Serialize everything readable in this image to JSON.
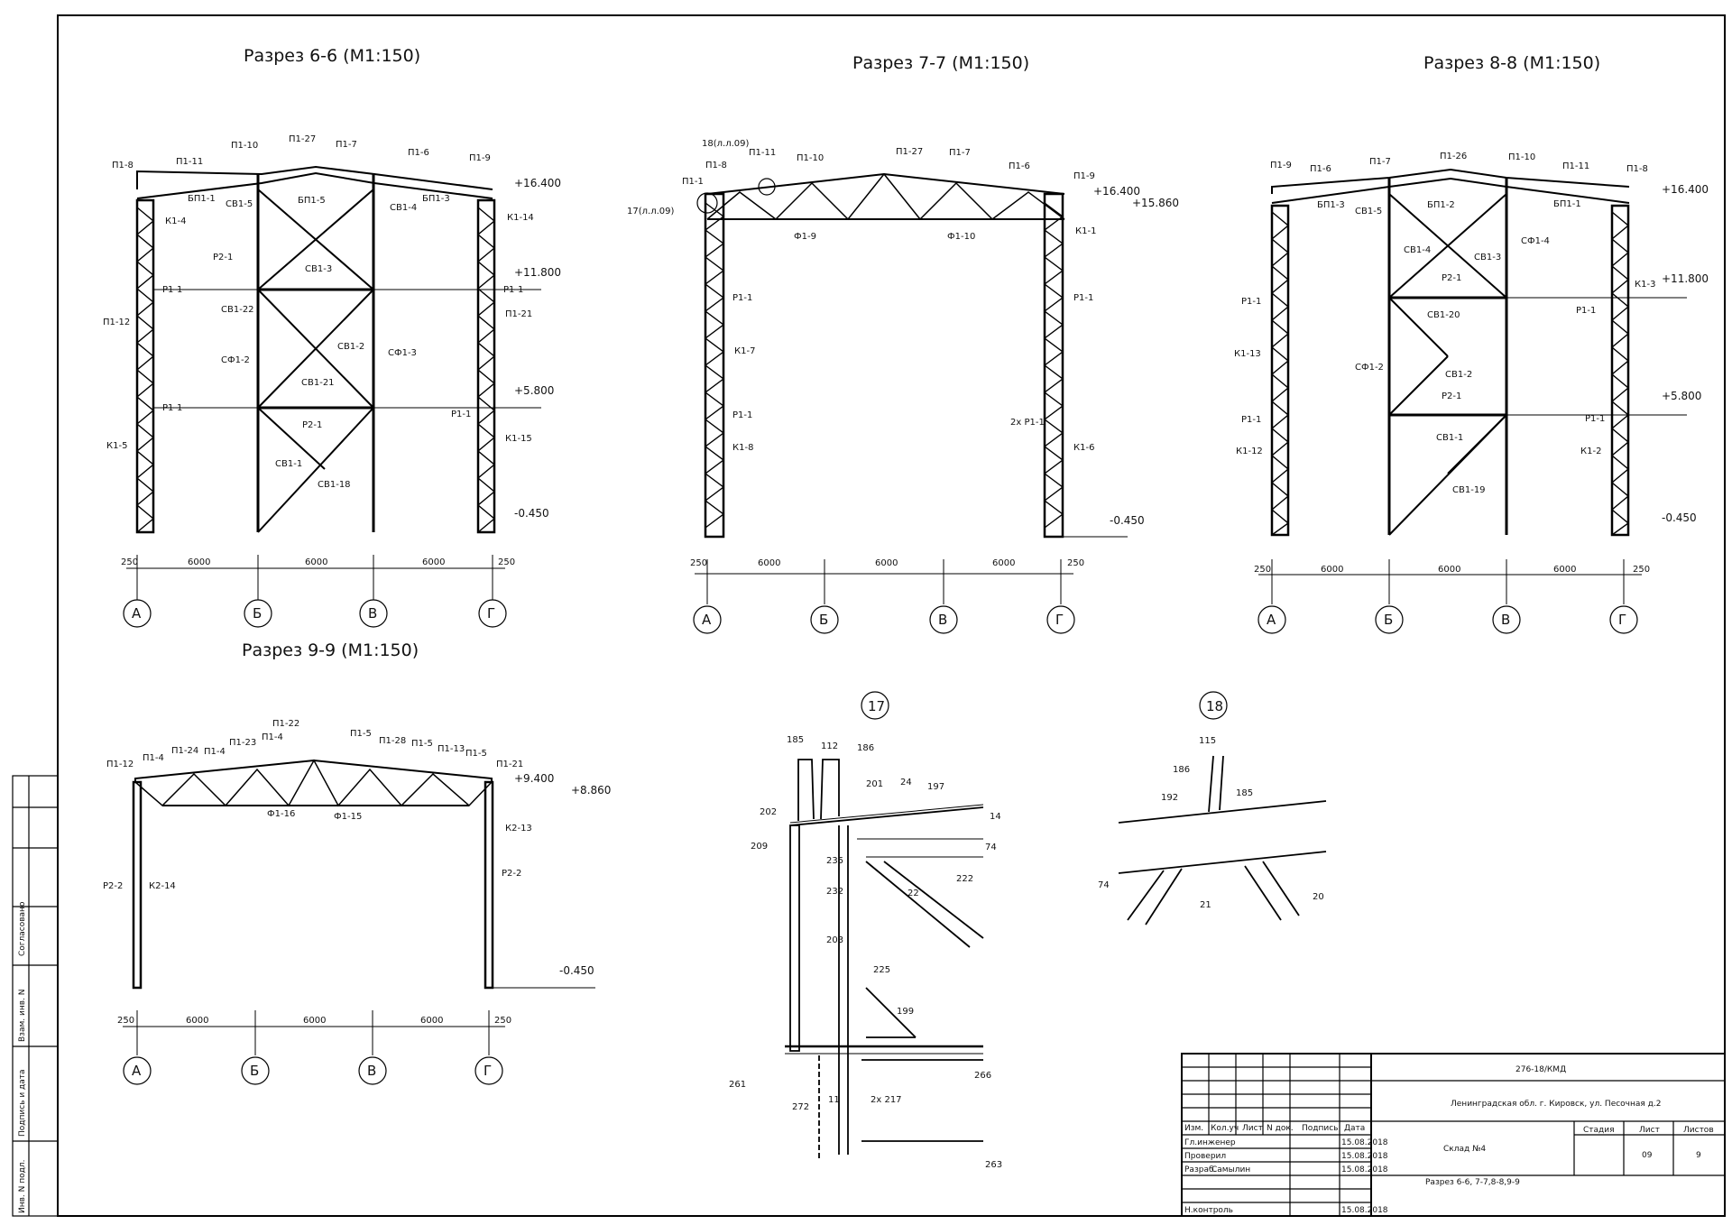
{
  "section_6": {
    "title": "Разрез 6-6 (М1:150)",
    "labels": [
      "П1-8",
      "П1-11",
      "П1-10",
      "П1-27",
      "П1-7",
      "П1-6",
      "П1-9",
      "БП1-1",
      "СВ1-5",
      "БП1-5",
      "СВ1-4",
      "БП1-3",
      "К1-4",
      "К1-14",
      "СВ1-3",
      "Р2-1",
      "Р1-1",
      "Р1-1",
      "П1-12",
      "СВ1-22",
      "П1-21",
      "СВ1-2",
      "СФ1-3",
      "СФ1-2",
      "СВ1-21",
      "Р1-1",
      "Р2-1",
      "Р1-1",
      "К1-5",
      "СВ1-1",
      "К1-15",
      "СВ1-18"
    ],
    "elevations": [
      "+16.400",
      "+11.800",
      "+5.800",
      "-0.450"
    ],
    "dims": [
      "250",
      "6000",
      "6000",
      "6000",
      "250"
    ],
    "axes": [
      "А",
      "Б",
      "В",
      "Г"
    ]
  },
  "section_7": {
    "title": "Разрез 7-7 (М1:150)",
    "labels": [
      "18(л.л.09)",
      "П1-11",
      "П1-8",
      "П1-10",
      "П1-27",
      "П1-7",
      "П1-6",
      "П1-1",
      "П1-9",
      "17(л.л.09)",
      "Ф1-9",
      "Ф1-10",
      "К1-1",
      "Р1-1",
      "Р1-1",
      "К1-7",
      "Р1-1",
      "2х Р1-1",
      "К1-8",
      "К1-6"
    ],
    "elevations": [
      "+16.400",
      "+15.860",
      "-0.450"
    ],
    "dims": [
      "250",
      "6000",
      "6000",
      "6000",
      "250"
    ],
    "axes": [
      "А",
      "Б",
      "В",
      "Г"
    ]
  },
  "section_8": {
    "title": "Разрез 8-8 (М1:150)",
    "labels": [
      "П1-9",
      "П1-6",
      "П1-7",
      "П1-26",
      "П1-10",
      "П1-11",
      "П1-8",
      "БП1-3",
      "СВ1-5",
      "БП1-2",
      "БП1-1",
      "СФ1-4",
      "СВ1-4",
      "СВ1-3",
      "Р2-1",
      "К1-3",
      "Р1-1",
      "Р1-1",
      "СВ1-20",
      "К1-13",
      "СФ1-2",
      "СВ1-2",
      "Р2-1",
      "Р1-1",
      "Р1-1",
      "СВ1-1",
      "К1-12",
      "К1-2",
      "СВ1-19"
    ],
    "elevations": [
      "+16.400",
      "+11.800",
      "+5.800",
      "-0.450"
    ],
    "dims": [
      "250",
      "6000",
      "6000",
      "6000",
      "250"
    ],
    "axes": [
      "А",
      "Б",
      "В",
      "Г"
    ]
  },
  "section_9": {
    "title": "Разрез 9-9 (М1:150)",
    "labels": [
      "П1-22",
      "П1-24",
      "П1-4",
      "П1-23",
      "П1-4",
      "П1-5",
      "П1-28",
      "П1-5",
      "П1-13",
      "П1-12",
      "П1-21",
      "П1-4",
      "П1-5",
      "Ф1-16",
      "Ф1-15",
      "К2-13",
      "Р2-2",
      "К2-14",
      "Р2-2"
    ],
    "elevations": [
      "+9.400",
      "+8.860",
      "-0.450"
    ],
    "dims": [
      "250",
      "6000",
      "6000",
      "6000",
      "250"
    ],
    "axes": [
      "А",
      "Б",
      "В",
      "Г"
    ]
  },
  "node_17": {
    "title": "17",
    "callouts": [
      "185",
      "112",
      "186",
      "201",
      "24",
      "197",
      "202",
      "14",
      "209",
      "74",
      "235",
      "222",
      "232",
      "22",
      "203",
      "225",
      "199",
      "261",
      "266",
      "272",
      "11",
      "2х 217",
      "263"
    ]
  },
  "node_18": {
    "title": "18",
    "callouts": [
      "115",
      "186",
      "185",
      "192",
      "74",
      "21",
      "20"
    ]
  },
  "stamp": {
    "code": "276-18/КМД",
    "address": "Ленинградская обл. г. Кировск, ул. Песочная д.2",
    "object": "Склад №4",
    "sheet_title": "Разрез 6-6, 7-7,8-8,9-9",
    "col_headers": [
      "Изм.",
      "Кол.уч",
      "Лист",
      "N док.",
      "Подпись",
      "Дата"
    ],
    "stage_header": "Стадия",
    "sheet_header": "Лист",
    "sheets_header": "Листов",
    "sheet": "09",
    "sheets": "9",
    "roles": [
      {
        "role": "Гл.инженер",
        "name": "",
        "date": "15.08.2018"
      },
      {
        "role": "Проверил",
        "name": "",
        "date": "15.08.2018"
      },
      {
        "role": "Разраб.",
        "name": "Самылин",
        "date": "15.08.2018"
      },
      {
        "role": "",
        "name": "",
        "date": ""
      },
      {
        "role": "Н.контроль",
        "name": "",
        "date": "15.08.2018"
      }
    ]
  },
  "side_stamp": [
    "Согласовано",
    "Взам. инв. N",
    "Подпись и дата",
    "Инв. N подл."
  ]
}
